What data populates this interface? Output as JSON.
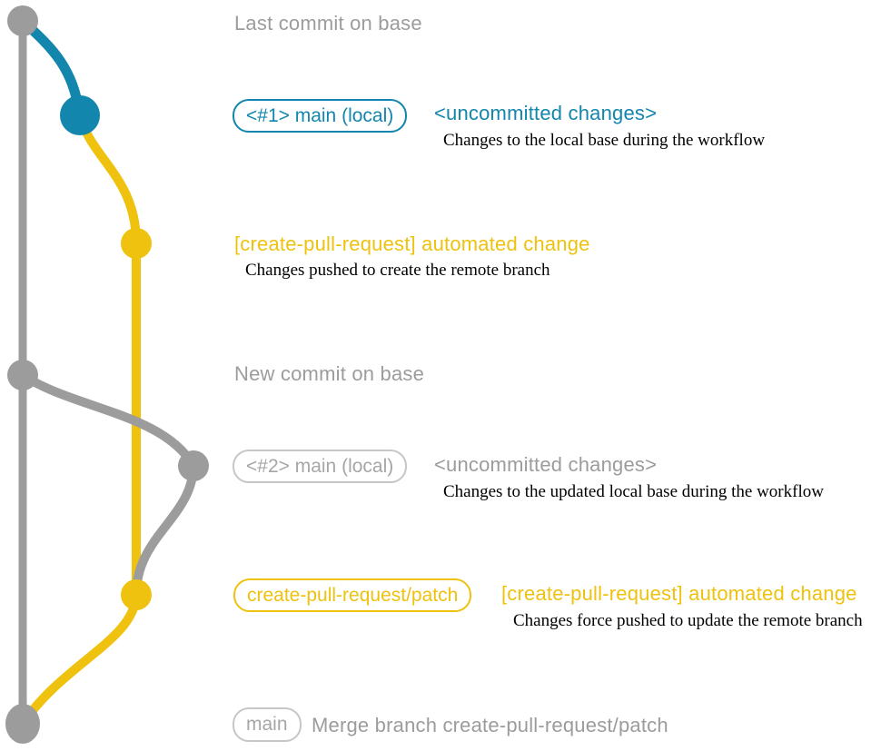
{
  "colors": {
    "gray": "#9c9c9c",
    "blue": "#1286ad",
    "yellow": "#eec20e",
    "gray_badge_border": "#c6c6c6",
    "gray_badge_text": "#a6a6a6",
    "description_text": "#000000",
    "background": "#ffffff"
  },
  "graph": {
    "branches": [
      {
        "name": "base",
        "color_key": "gray"
      },
      {
        "name": "main (local)",
        "color_key": "blue"
      },
      {
        "name": "create-pull-request/patch",
        "color_key": "yellow"
      }
    ],
    "commits": [
      {
        "id": "last-commit-on-base",
        "color_key": "gray"
      },
      {
        "id": "uncommitted-changes-1",
        "color_key": "blue"
      },
      {
        "id": "automated-change-1",
        "color_key": "yellow"
      },
      {
        "id": "new-commit-on-base",
        "color_key": "gray"
      },
      {
        "id": "uncommitted-changes-2",
        "color_key": "gray"
      },
      {
        "id": "automated-change-2",
        "color_key": "yellow"
      },
      {
        "id": "merge-commit",
        "color_key": "gray"
      }
    ]
  },
  "annotations": {
    "last_commit": {
      "text": "Last commit on base"
    },
    "row1": {
      "badge": "<#1> main (local)",
      "title": "<uncommitted changes>",
      "description": "Changes to the local base during the workflow"
    },
    "row2": {
      "title": "[create-pull-request] automated change",
      "description": "Changes pushed to create the remote branch"
    },
    "new_commit": {
      "text": "New commit on base"
    },
    "row3": {
      "badge": "<#2> main (local)",
      "title": "<uncommitted changes>",
      "description": "Changes to the updated local base during the workflow"
    },
    "row4": {
      "badge": "create-pull-request/patch",
      "title": "[create-pull-request] automated change",
      "description": "Changes force pushed to update the remote branch"
    },
    "row5": {
      "badge": "main",
      "text": "Merge branch create-pull-request/patch"
    }
  }
}
